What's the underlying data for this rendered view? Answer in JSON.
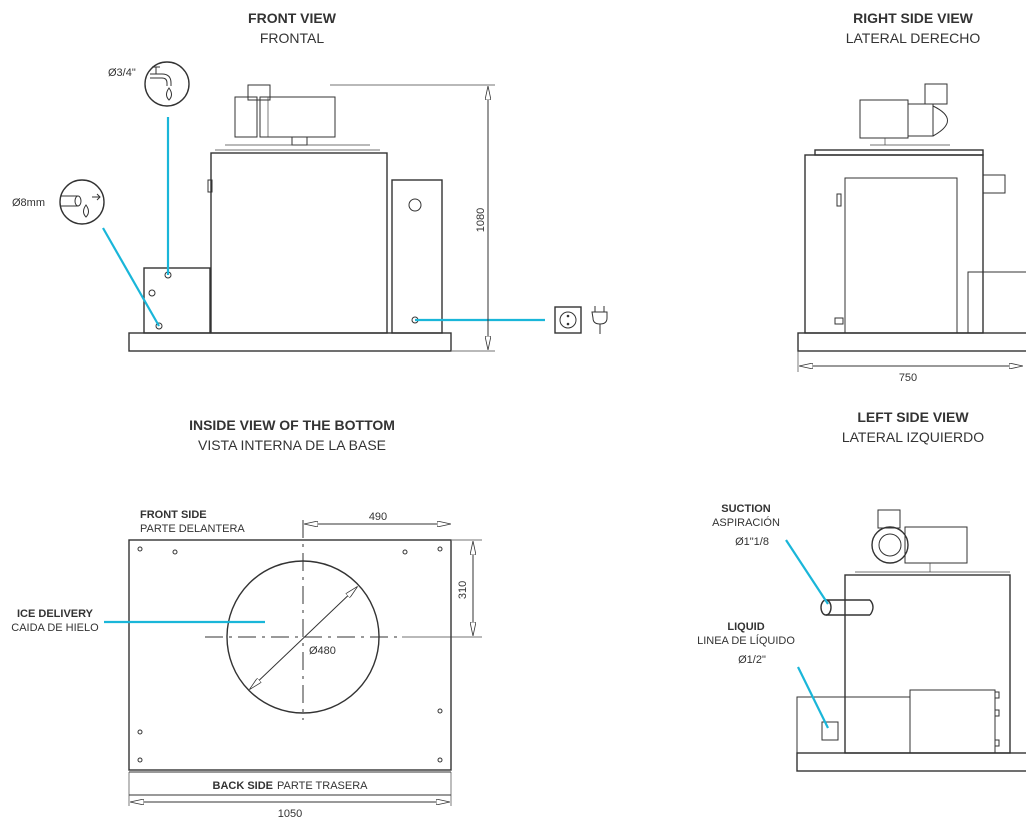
{
  "front_view": {
    "title": "FRONT VIEW",
    "subtitle": "FRONTAL",
    "water_inlet_label": "Ø3/4\"",
    "drain_label": "Ø8mm",
    "height_dim": "1080"
  },
  "right_side_view": {
    "title": "RIGHT SIDE VIEW",
    "subtitle": "LATERAL DERECHO",
    "width_dim": "750"
  },
  "bottom_view": {
    "title": "INSIDE VIEW OF THE BOTTOM",
    "subtitle": "VISTA INTERNA DE LA BASE",
    "front_side_label": "FRONT SIDE",
    "front_side_sub": "PARTE DELANTERA",
    "ice_delivery_label": "ICE DELIVERY",
    "ice_delivery_sub": "CAIDA DE HIELO",
    "back_side_label": "BACK SIDE",
    "back_side_sub": "PARTE TRASERA",
    "dim_490": "490",
    "dim_310": "310",
    "dim_diameter": "Ø480",
    "dim_1050": "1050"
  },
  "left_side_view": {
    "title": "LEFT SIDE VIEW",
    "subtitle": "LATERAL IZQUIERDO",
    "suction_label": "SUCTION",
    "suction_sub": "ASPIRACIÓN",
    "suction_size": "Ø1\"1/8",
    "liquid_label": "LIQUID",
    "liquid_sub": "LINEA DE LÍQUIDO",
    "liquid_size": "Ø1/2\""
  },
  "colors": {
    "connection_line": "#1ab6d9",
    "drawing": "#333333"
  },
  "icons": [
    "water-tap-icon",
    "drain-pipe-icon",
    "power-socket-icon",
    "plug-icon"
  ]
}
